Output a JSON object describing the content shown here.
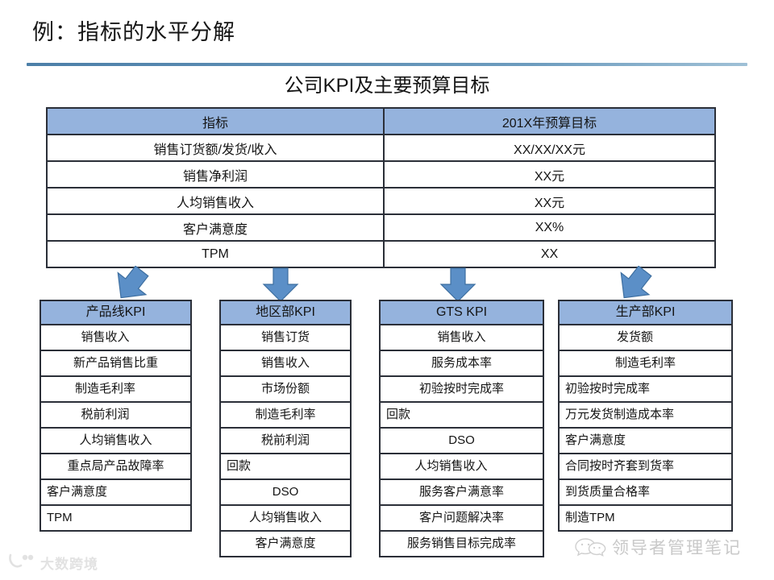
{
  "slide": {
    "title": "例：指标的水平分解",
    "table_heading": "公司KPI及主要预算目标"
  },
  "kpi_table": {
    "headers": [
      "指标",
      "201X年预算目标"
    ],
    "rows": [
      {
        "metric": "销售订货额/发货/收入",
        "target": "XX/XX/XX元"
      },
      {
        "metric": "销售净利润",
        "target": "XX元"
      },
      {
        "metric": "人均销售收入",
        "target": "XX元"
      },
      {
        "metric": "客户满意度",
        "target": "XX%"
      },
      {
        "metric": "TPM",
        "target": "XX"
      }
    ]
  },
  "boxes": [
    {
      "title": "产品线KPI",
      "items": [
        "销售收入",
        "新产品销售比重",
        "制造毛利率",
        "税前利润",
        "人均销售收入",
        "重点局产品故障率",
        "客户满意度",
        "TPM"
      ]
    },
    {
      "title": "地区部KPI",
      "items": [
        "销售订货",
        "销售收入",
        "市场份额",
        "制造毛利率",
        "税前利润",
        "回款",
        "DSO",
        "人均销售收入",
        "客户满意度"
      ]
    },
    {
      "title": "GTS KPI",
      "items": [
        "销售收入",
        "服务成本率",
        "初验按时完成率",
        "回款",
        "DSO",
        "人均销售收入",
        "服务客户满意率",
        "客户问题解决率",
        "服务销售目标完成率"
      ]
    },
    {
      "title": "生产部KPI",
      "items": [
        "发货额",
        "制造毛利率",
        "初验按时完成率",
        "万元发货制造成本率",
        "客户满意度",
        "合同按时齐套到货率",
        "到货质量合格率",
        "制造TPM"
      ]
    }
  ],
  "watermarks": {
    "left": "大数跨境",
    "right": "领导者管理笔记"
  },
  "colors": {
    "header_blue": "#95b3dd",
    "arrow_blue": "#5b8fc7",
    "rule_blue": "#4c7fa8",
    "border": "#2b2f38"
  }
}
